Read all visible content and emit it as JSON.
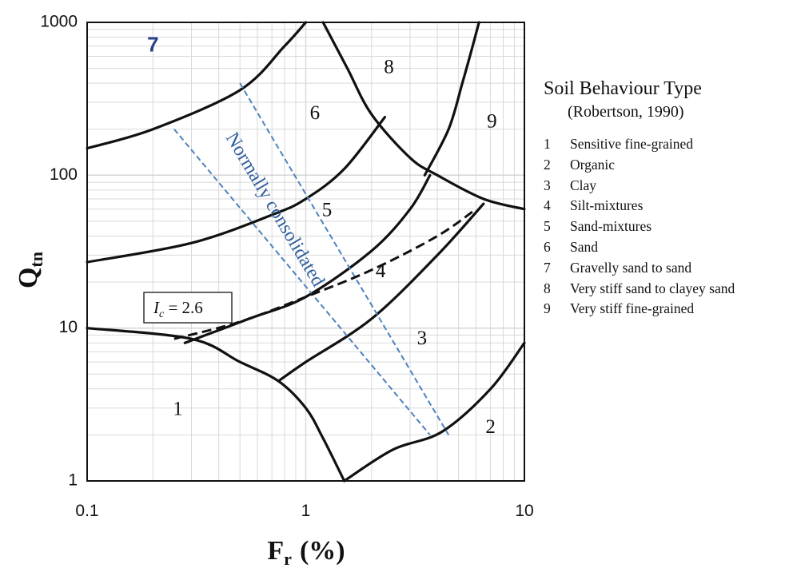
{
  "chart_data": {
    "type": "line",
    "title": "",
    "xlabel": {
      "main": "F",
      "sub": "r",
      "unit": "(%)"
    },
    "ylabel": {
      "main": "Q",
      "sub": "tn"
    },
    "x_scale": "log",
    "y_scale": "log",
    "xlim": [
      0.1,
      10
    ],
    "ylim": [
      1,
      1000
    ],
    "x_ticks": [
      {
        "value": 0.1,
        "label": "0.1"
      },
      {
        "value": 1,
        "label": "1"
      },
      {
        "value": 10,
        "label": "10"
      }
    ],
    "y_ticks": [
      {
        "value": 1,
        "label": "1"
      },
      {
        "value": 10,
        "label": "10"
      },
      {
        "value": 100,
        "label": "100"
      },
      {
        "value": 1000,
        "label": "1000"
      }
    ],
    "grid": true,
    "boundaries": [
      {
        "id": "b-6-7",
        "points": [
          [
            0.1,
            150
          ],
          [
            0.2,
            200
          ],
          [
            0.5,
            360
          ],
          [
            0.8,
            700
          ],
          [
            1.0,
            1000
          ]
        ]
      },
      {
        "id": "b-8-left",
        "points": [
          [
            1.2,
            1000
          ],
          [
            1.55,
            500
          ],
          [
            2.0,
            250
          ],
          [
            3.0,
            130
          ],
          [
            4.0,
            100
          ],
          [
            6.5,
            70
          ],
          [
            10,
            60
          ]
        ]
      },
      {
        "id": "b-8-9",
        "points": [
          [
            3.5,
            100
          ],
          [
            4.5,
            200
          ],
          [
            5.2,
            400
          ],
          [
            5.8,
            700
          ],
          [
            6.2,
            1000
          ]
        ]
      },
      {
        "id": "b-5-6",
        "points": [
          [
            0.1,
            27
          ],
          [
            0.3,
            36
          ],
          [
            0.7,
            55
          ],
          [
            1.0,
            70
          ],
          [
            1.5,
            110
          ],
          [
            2.3,
            240
          ]
        ]
      },
      {
        "id": "b-4-5",
        "points": [
          [
            0.28,
            8
          ],
          [
            0.55,
            11.5
          ],
          [
            1.0,
            16
          ],
          [
            2.0,
            32
          ],
          [
            3.0,
            60
          ],
          [
            3.7,
            100
          ]
        ]
      },
      {
        "id": "b-3-4",
        "points": [
          [
            0.75,
            4.5
          ],
          [
            1.0,
            6
          ],
          [
            2.0,
            11.5
          ],
          [
            4.0,
            30
          ],
          [
            6.5,
            65
          ]
        ]
      },
      {
        "id": "b-1-upper",
        "points": [
          [
            0.1,
            10
          ],
          [
            0.3,
            8.5
          ],
          [
            0.5,
            6
          ],
          [
            0.75,
            4.5
          ],
          [
            1.0,
            3
          ],
          [
            1.2,
            1.9
          ],
          [
            1.5,
            1
          ]
        ]
      },
      {
        "id": "b-1-2",
        "points": [
          [
            1.5,
            1
          ],
          [
            2.5,
            1.6
          ],
          [
            4.2,
            2.1
          ],
          [
            7.0,
            4.0
          ],
          [
            10,
            8
          ]
        ]
      }
    ],
    "nc_lines": [
      {
        "id": "nc-upper",
        "points": [
          [
            0.5,
            400
          ],
          [
            4.5,
            2
          ]
        ]
      },
      {
        "id": "nc-lower",
        "points": [
          [
            0.25,
            200
          ],
          [
            3.7,
            2
          ]
        ]
      }
    ],
    "ic_line": {
      "label": "I_c = 2.6",
      "points": [
        [
          0.25,
          8.5
        ],
        [
          0.5,
          11
        ],
        [
          1.0,
          16
        ],
        [
          2.0,
          24
        ],
        [
          4.0,
          40
        ],
        [
          6.0,
          60
        ]
      ]
    },
    "zone_labels": [
      {
        "text": "1",
        "x": 0.26,
        "y": 2.9
      },
      {
        "text": "2",
        "x": 7.0,
        "y": 2.2
      },
      {
        "text": "3",
        "x": 3.4,
        "y": 8.4
      },
      {
        "text": "4",
        "x": 2.2,
        "y": 23
      },
      {
        "text": "5",
        "x": 1.25,
        "y": 58
      },
      {
        "text": "6",
        "x": 1.1,
        "y": 250
      },
      {
        "text": "7",
        "x": 0.2,
        "y": 700
      },
      {
        "text": "8",
        "x": 2.4,
        "y": 500
      },
      {
        "text": "9",
        "x": 7.1,
        "y": 220
      }
    ],
    "nc_label": "Normally consolidated",
    "ic_label": {
      "symbol": "I",
      "sub": "c",
      "rest": " = 2.6"
    }
  },
  "legend": {
    "title": "Soil Behaviour Type",
    "subtitle": "(Robertson, 1990)",
    "items": [
      {
        "num": "1",
        "label": "Sensitive fine-grained"
      },
      {
        "num": "2",
        "label": "Organic"
      },
      {
        "num": "3",
        "label": "Clay"
      },
      {
        "num": "4",
        "label": "Silt-mixtures"
      },
      {
        "num": "5",
        "label": "Sand-mixtures"
      },
      {
        "num": "6",
        "label": "Sand"
      },
      {
        "num": "7",
        "label": "Gravelly sand to sand"
      },
      {
        "num": "8",
        "label": "Very stiff sand to clayey sand"
      },
      {
        "num": "9",
        "label": "Very stiff fine-grained"
      }
    ]
  },
  "colors": {
    "boundary": "#111111",
    "nc": "#4f81bd",
    "zone7": "#2a3f8a",
    "grid_minor": "#d9d9d9",
    "grid_major": "#a6a6a6"
  }
}
